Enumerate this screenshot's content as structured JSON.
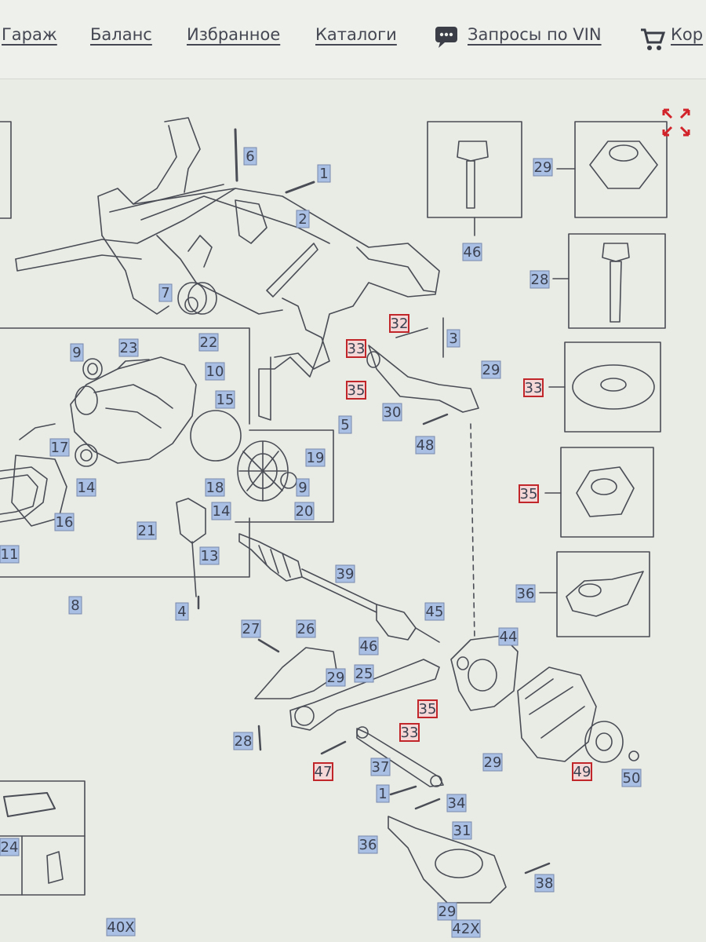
{
  "nav": {
    "items": [
      {
        "label": "Гараж"
      },
      {
        "label": "Баланс"
      },
      {
        "label": "Избранное"
      },
      {
        "label": "Каталоги"
      },
      {
        "label": "Запросы по VIN"
      },
      {
        "label": "Кор"
      }
    ]
  },
  "colors": {
    "callout_normal": "#a9bfe3",
    "callout_highlight": "#c1262b",
    "line": "#4a4d55"
  },
  "diagram": {
    "expand_icon": "expand-arrows-icon",
    "callouts": [
      {
        "id": "1",
        "text": "1",
        "highlight": false
      },
      {
        "id": "2",
        "text": "2",
        "highlight": false
      },
      {
        "id": "3",
        "text": "3",
        "highlight": false
      },
      {
        "id": "4",
        "text": "4",
        "highlight": false
      },
      {
        "id": "5",
        "text": "5",
        "highlight": false
      },
      {
        "id": "6",
        "text": "6",
        "highlight": false
      },
      {
        "id": "7",
        "text": "7",
        "highlight": false
      },
      {
        "id": "8",
        "text": "8",
        "highlight": false
      },
      {
        "id": "9a",
        "text": "9",
        "highlight": false
      },
      {
        "id": "9b",
        "text": "9",
        "highlight": false
      },
      {
        "id": "10",
        "text": "10",
        "highlight": false
      },
      {
        "id": "11",
        "text": "11",
        "highlight": false
      },
      {
        "id": "13",
        "text": "13",
        "highlight": false
      },
      {
        "id": "14a",
        "text": "14",
        "highlight": false
      },
      {
        "id": "14b",
        "text": "14",
        "highlight": false
      },
      {
        "id": "15",
        "text": "15",
        "highlight": false
      },
      {
        "id": "16",
        "text": "16",
        "highlight": false
      },
      {
        "id": "17",
        "text": "17",
        "highlight": false
      },
      {
        "id": "18",
        "text": "18",
        "highlight": false
      },
      {
        "id": "19",
        "text": "19",
        "highlight": false
      },
      {
        "id": "20",
        "text": "20",
        "highlight": false
      },
      {
        "id": "21",
        "text": "21",
        "highlight": false
      },
      {
        "id": "22",
        "text": "22",
        "highlight": false
      },
      {
        "id": "23",
        "text": "23",
        "highlight": false
      },
      {
        "id": "24",
        "text": "24",
        "highlight": false
      },
      {
        "id": "25",
        "text": "25",
        "highlight": false
      },
      {
        "id": "26",
        "text": "26",
        "highlight": false
      },
      {
        "id": "27",
        "text": "27",
        "highlight": false
      },
      {
        "id": "28a",
        "text": "28",
        "highlight": false
      },
      {
        "id": "28b",
        "text": "28",
        "highlight": false
      },
      {
        "id": "29a",
        "text": "29",
        "highlight": false
      },
      {
        "id": "29b",
        "text": "29",
        "highlight": false
      },
      {
        "id": "29c",
        "text": "29",
        "highlight": false
      },
      {
        "id": "29d",
        "text": "29",
        "highlight": false
      },
      {
        "id": "29e",
        "text": "29",
        "highlight": false
      },
      {
        "id": "30",
        "text": "30",
        "highlight": false
      },
      {
        "id": "31",
        "text": "31",
        "highlight": false
      },
      {
        "id": "32",
        "text": "32",
        "highlight": true
      },
      {
        "id": "33a",
        "text": "33",
        "highlight": true
      },
      {
        "id": "33b",
        "text": "33",
        "highlight": true
      },
      {
        "id": "33c",
        "text": "33",
        "highlight": true
      },
      {
        "id": "34",
        "text": "34",
        "highlight": false
      },
      {
        "id": "35a",
        "text": "35",
        "highlight": true
      },
      {
        "id": "35b",
        "text": "35",
        "highlight": true
      },
      {
        "id": "35c",
        "text": "35",
        "highlight": true
      },
      {
        "id": "36a",
        "text": "36",
        "highlight": false
      },
      {
        "id": "36b",
        "text": "36",
        "highlight": false
      },
      {
        "id": "37",
        "text": "37",
        "highlight": false
      },
      {
        "id": "38",
        "text": "38",
        "highlight": false
      },
      {
        "id": "39",
        "text": "39",
        "highlight": false
      },
      {
        "id": "40",
        "text": "40X",
        "highlight": false
      },
      {
        "id": "42",
        "text": "42X",
        "highlight": false
      },
      {
        "id": "44",
        "text": "44",
        "highlight": false
      },
      {
        "id": "45",
        "text": "45",
        "highlight": false
      },
      {
        "id": "46a",
        "text": "46",
        "highlight": false
      },
      {
        "id": "46b",
        "text": "46",
        "highlight": false
      },
      {
        "id": "47",
        "text": "47",
        "highlight": true
      },
      {
        "id": "48",
        "text": "48",
        "highlight": false
      },
      {
        "id": "49",
        "text": "49",
        "highlight": true
      },
      {
        "id": "50",
        "text": "50",
        "highlight": false
      },
      {
        "id": "1b",
        "text": "1",
        "highlight": false
      }
    ]
  }
}
